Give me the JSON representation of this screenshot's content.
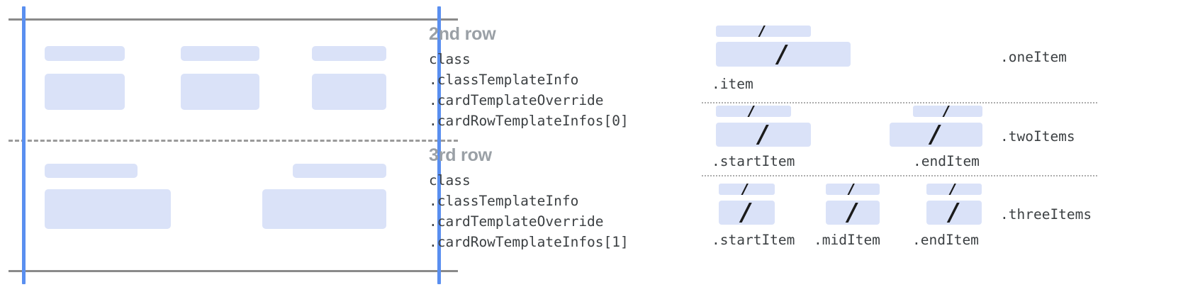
{
  "colors": {
    "placeholder_fill": "#dae2f8",
    "guide_blue": "#5a8ff0",
    "frame_gray": "#8a8a8a",
    "dash_gray": "#9a9a9a",
    "dot_gray": "#adadad",
    "heading_gray": "#9aa0a6",
    "code_text": "#3c4043",
    "slash_mark": "#1b1b1b"
  },
  "left_panel": {
    "rows": [
      {
        "name": "2nd row",
        "groups": [
          {
            "small_bar": "placeholder-bar",
            "big_box": "placeholder-box"
          },
          {
            "small_bar": "placeholder-bar",
            "big_box": "placeholder-box"
          },
          {
            "small_bar": "placeholder-bar",
            "big_box": "placeholder-box"
          }
        ]
      },
      {
        "name": "3rd row",
        "groups": [
          {
            "small_bar": "placeholder-bar",
            "big_box": "placeholder-box"
          },
          {
            "small_bar": "placeholder-bar",
            "big_box": "placeholder-box"
          }
        ]
      }
    ]
  },
  "middle": {
    "blocks": [
      {
        "heading": "2nd row",
        "code_lines": [
          "class",
          ".classTemplateInfo",
          ".cardTemplateOverride",
          ".cardRowTemplateInfos[0]"
        ]
      },
      {
        "heading": "3rd row",
        "code_lines": [
          "class",
          ".classTemplateInfo",
          ".cardTemplateOverride",
          ".cardRowTemplateInfos[1]"
        ]
      }
    ]
  },
  "right_panel": {
    "variants": [
      {
        "row_label": ".oneItem",
        "slots": [
          {
            "label": ".item",
            "mark": "/"
          }
        ]
      },
      {
        "row_label": ".twoItems",
        "slots": [
          {
            "label": ".startItem",
            "mark": "/"
          },
          {
            "label": ".endItem",
            "mark": "/"
          }
        ]
      },
      {
        "row_label": ".threeItems",
        "slots": [
          {
            "label": ".startItem",
            "mark": "/"
          },
          {
            "label": ".midItem",
            "mark": "/"
          },
          {
            "label": ".endItem",
            "mark": "/"
          }
        ]
      }
    ]
  }
}
